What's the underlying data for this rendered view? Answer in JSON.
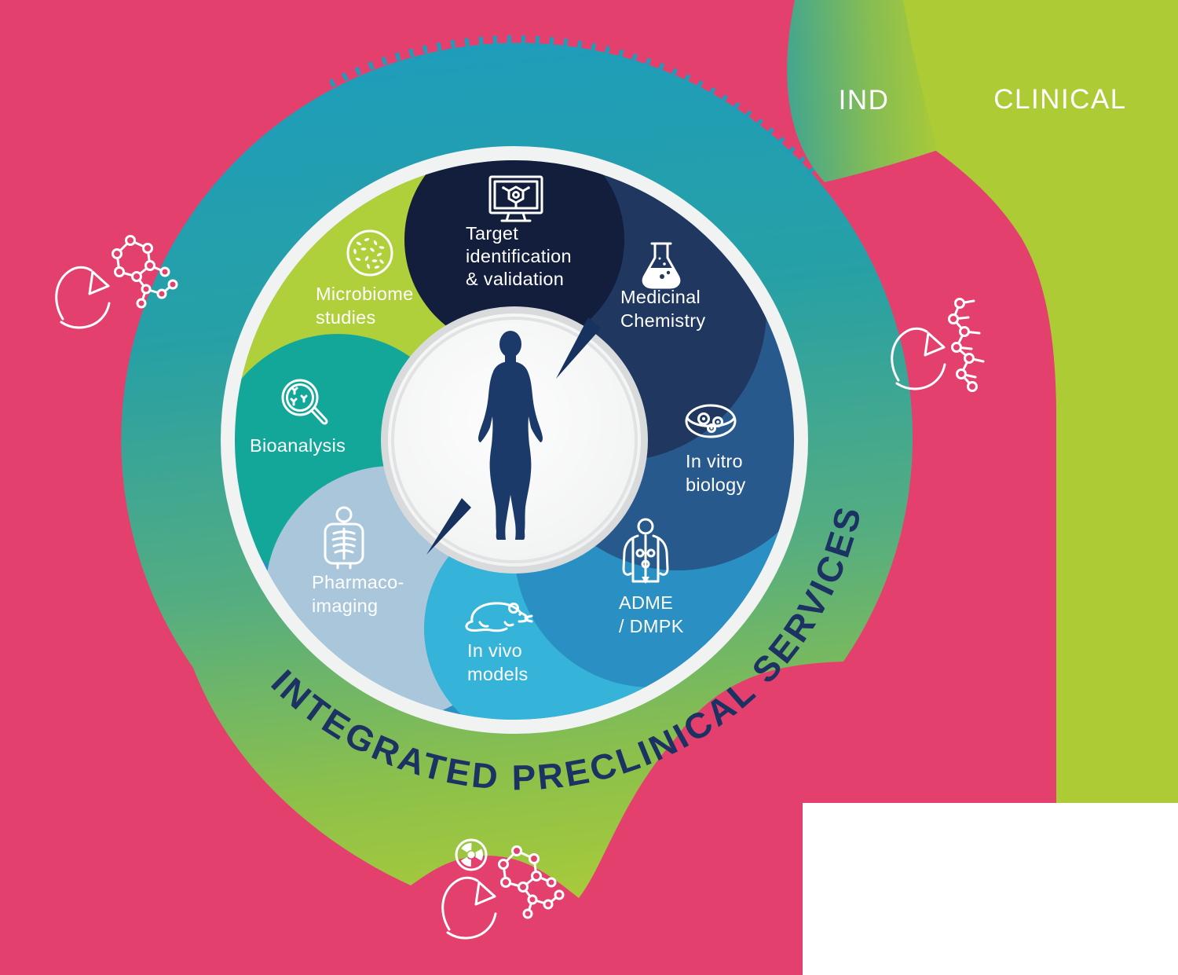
{
  "colors": {
    "background_pink": "#E4406E",
    "lime": "#ADCB35",
    "white_block": "#FFFFFF",
    "swoosh_teal_top": "#1E9DBB",
    "swoosh_teal_mid": "#27A0A5",
    "swoosh_green": "#55AD80",
    "swoosh_lime_bottom": "#A7CA3A",
    "ring_white": "#F1F2F2",
    "inner_disk_rim": "#D8DADB",
    "navy_title": "#1C3263",
    "silhouette_navy": "#1B3A69",
    "needle_navy": "#17325F"
  },
  "milestones": {
    "ind": "IND",
    "clinical": "CLINICAL"
  },
  "banner": {
    "title": "INTEGRATED PRECLINICAL SERVICES"
  },
  "wheel": {
    "center_icon": "human-silhouette-icon",
    "segments": [
      {
        "id": "microbiome-studies",
        "icon": "petri-dish-bacteria-icon",
        "color": "#AFD03A",
        "lines": [
          "Microbiome",
          "studies"
        ]
      },
      {
        "id": "bioanalysis",
        "icon": "magnifier-antibody-icon",
        "color": "#13A79A",
        "lines": [
          "Bioanalysis"
        ]
      },
      {
        "id": "pharmaco-imaging",
        "icon": "xray-skeleton-icon",
        "color": "#A9C6DB",
        "lines": [
          "Pharmaco-",
          "imaging"
        ]
      },
      {
        "id": "in-vivo-models",
        "icon": "mouse-icon",
        "color": "#35B3D8",
        "lines": [
          "In vivo",
          "models"
        ]
      },
      {
        "id": "adme-dmpk",
        "icon": "body-metabolism-icon",
        "color": "#2A8FC3",
        "lines": [
          "ADME",
          "/ DMPK"
        ]
      },
      {
        "id": "in-vitro-biology",
        "icon": "petri-dish-cells-icon",
        "color": "#27598C",
        "lines": [
          "In vitro",
          "biology"
        ]
      },
      {
        "id": "medicinal-chemistry",
        "icon": "flask-icon",
        "color": "#203760",
        "lines": [
          "Medicinal",
          "Chemistry"
        ]
      },
      {
        "id": "target-identification-validation",
        "icon": "monitor-molecule-icon",
        "color": "#121E3C",
        "lines": [
          "Target",
          "identification",
          "& validation"
        ]
      }
    ]
  },
  "decorations": {
    "left_icon": "tweezers-molecule-icon",
    "right_icon": "tweezers-peptide-icon",
    "bottom_icon": "tweezers-molecule-radiolabel-icon",
    "radiation_icon": "radiation-icon"
  }
}
